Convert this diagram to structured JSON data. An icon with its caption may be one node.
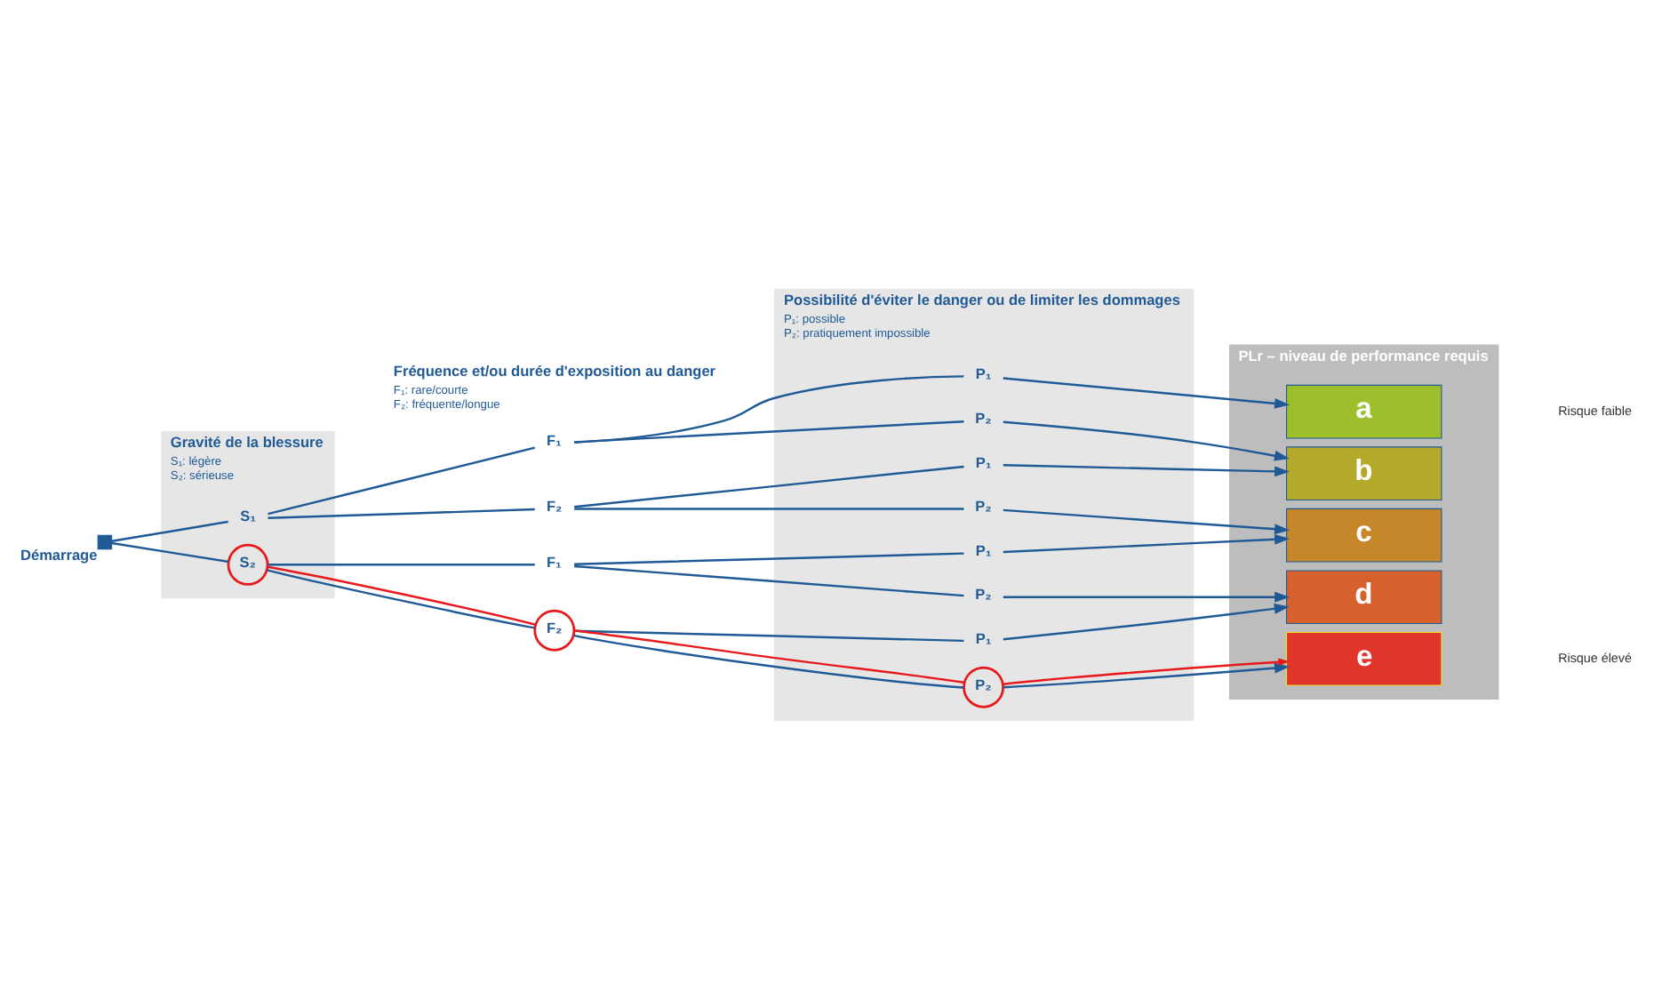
{
  "diagram": {
    "nodes": [
      {
        "text": [
          "Démarrage"
        ]
      },
      {
        "text": [
          "Gravité de la blessure",
          "S₁: légère",
          "S₂: sérieuse"
        ]
      },
      {
        "text": [
          "S₁"
        ],
        "in": 1
      },
      {
        "text": [
          "S₂"
        ],
        "in": 1
      },
      {
        "text": [
          "Fréquence et/ou durée d'exposition au danger",
          "F₁: rare/courte",
          "F₂: fréquente/longue"
        ]
      },
      {
        "text": [
          "F₁"
        ]
      },
      {
        "text": [
          "F₂"
        ]
      },
      {
        "text": [
          "F₁"
        ]
      },
      {
        "text": [
          "F₂"
        ]
      },
      {
        "text": [
          "Possibilité d'éviter le danger ou de limiter les dommages",
          "P₁: possible",
          "P₂: pratiquement impossible"
        ]
      },
      {
        "text": [
          "P₁"
        ],
        "in": 9
      },
      {
        "text": [
          "P₂"
        ],
        "in": 9
      },
      {
        "text": [
          "P₁"
        ],
        "in": 9
      },
      {
        "text": [
          "P₂"
        ],
        "in": 9
      },
      {
        "text": [
          "P₁"
        ],
        "in": 9
      },
      {
        "text": [
          "P₂"
        ],
        "in": 9
      },
      {
        "text": [
          "P₁"
        ],
        "in": 9
      },
      {
        "text": [
          "P₂"
        ],
        "in": 9
      },
      {
        "text": [
          "PLr – niveau de performance requis"
        ]
      },
      {
        "text": [
          "a"
        ],
        "in": 18
      },
      {
        "text": [
          "b"
        ],
        "in": 18
      },
      {
        "text": [
          "c"
        ],
        "in": 18
      },
      {
        "text": [
          "d"
        ],
        "in": 18
      },
      {
        "text": [
          "e"
        ],
        "in": 18
      }
    ],
    "edges": [
      {
        "from": 0,
        "to": 2,
        "arrow": "none"
      },
      {
        "from": 0,
        "to": 3,
        "arrow": "none"
      },
      {
        "from": 2,
        "to": 5,
        "arrow": "none"
      },
      {
        "from": 2,
        "to": 6,
        "arrow": "none"
      },
      {
        "from": 3,
        "to": 7,
        "arrow": "none"
      },
      {
        "from": 3,
        "to": 8,
        "arrow": "none"
      },
      {
        "from": 5,
        "to": 10,
        "arrow": "none"
      },
      {
        "from": 5,
        "to": 11,
        "arrow": "none"
      },
      {
        "from": 6,
        "to": 12,
        "arrow": "none"
      },
      {
        "from": 6,
        "to": 13,
        "arrow": "none"
      },
      {
        "from": 7,
        "to": 14,
        "arrow": "none"
      },
      {
        "from": 7,
        "to": 15,
        "arrow": "none"
      },
      {
        "from": 8,
        "to": 16,
        "arrow": "none"
      },
      {
        "from": 8,
        "to": 17,
        "arrow": "none"
      },
      {
        "from": 10,
        "to": 19,
        "arrow": "to"
      },
      {
        "from": 11,
        "to": 20,
        "arrow": "to"
      },
      {
        "from": 12,
        "to": 20,
        "arrow": "to"
      },
      {
        "from": 13,
        "to": 21,
        "arrow": "to"
      },
      {
        "from": 14,
        "to": 21,
        "arrow": "to"
      },
      {
        "from": 15,
        "to": 22,
        "arrow": "to"
      },
      {
        "from": 16,
        "to": 22,
        "arrow": "to"
      },
      {
        "from": 17,
        "to": 23,
        "arrow": "to"
      },
      {
        "from": 3,
        "to": 8,
        "arrow": "none",
        "color": "#e8191c"
      },
      {
        "from": 8,
        "to": 17,
        "arrow": "none",
        "color": "#e8191c"
      },
      {
        "from": 17,
        "to": 23,
        "arrow": "to",
        "color": "#e8191c"
      }
    ],
    "labels": [
      "Risque faible",
      "Risque élevé"
    ]
  }
}
